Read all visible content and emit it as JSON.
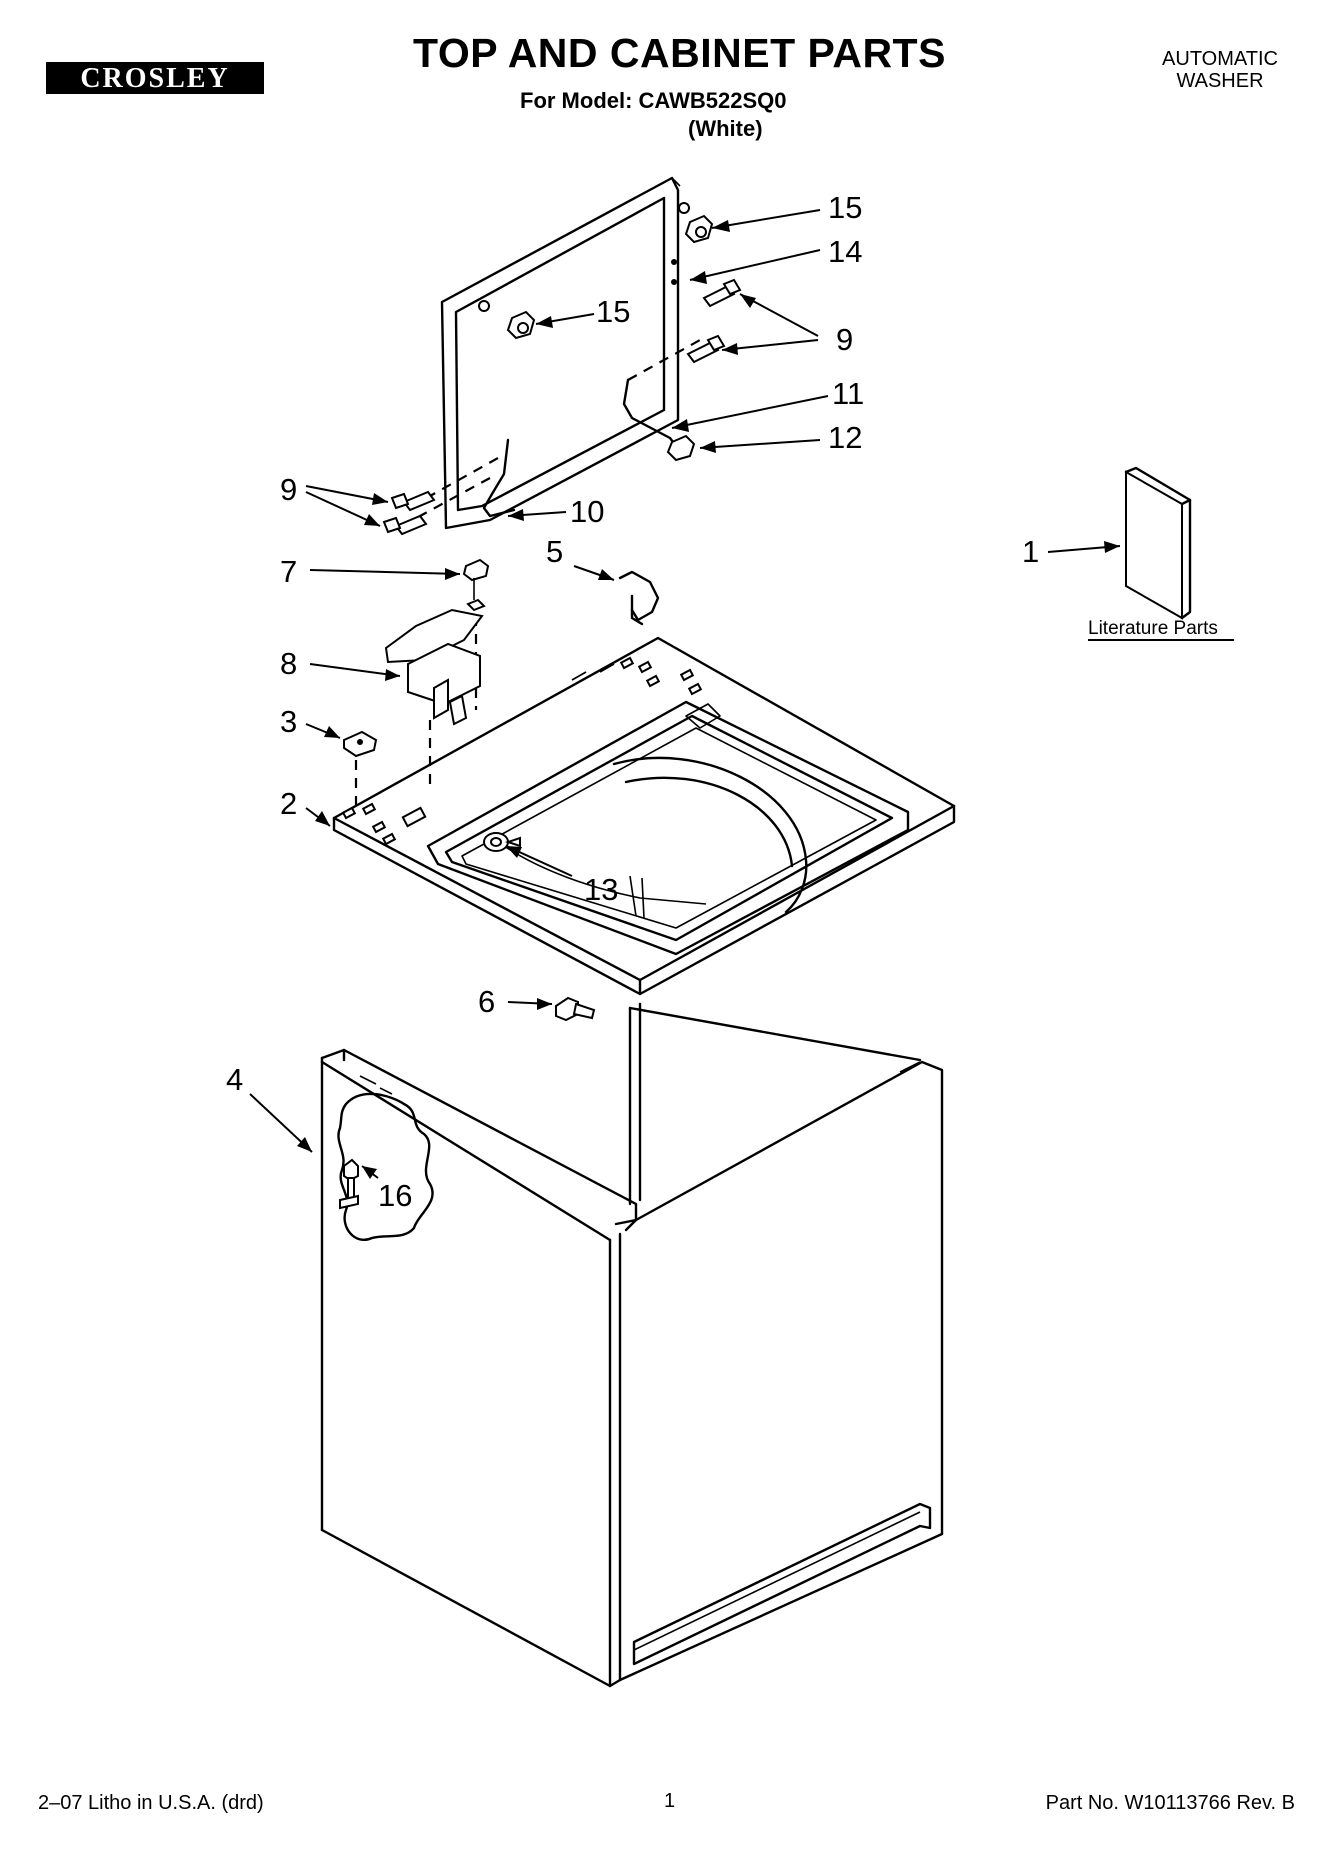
{
  "header": {
    "brand": "CROSLEY",
    "title": "TOP AND CABINET PARTS",
    "subtitle": "For Model: CAWB522SQ0",
    "variant": "(White)",
    "category_line1": "AUTOMATIC",
    "category_line2": "WASHER"
  },
  "diagram": {
    "callouts": {
      "c1": "1",
      "c2": "2",
      "c3": "3",
      "c4": "4",
      "c5": "5",
      "c6": "6",
      "c7": "7",
      "c8": "8",
      "c9a": "9",
      "c9b": "9",
      "c10": "10",
      "c11": "11",
      "c12": "12",
      "c13": "13",
      "c14": "14",
      "c15a": "15",
      "c15b": "15",
      "c16": "16"
    },
    "literature_label": "Literature Parts"
  },
  "footer": {
    "left": "2–07 Litho in U.S.A. (drd)",
    "center": "1",
    "right": "Part No. W10113766 Rev. B"
  }
}
